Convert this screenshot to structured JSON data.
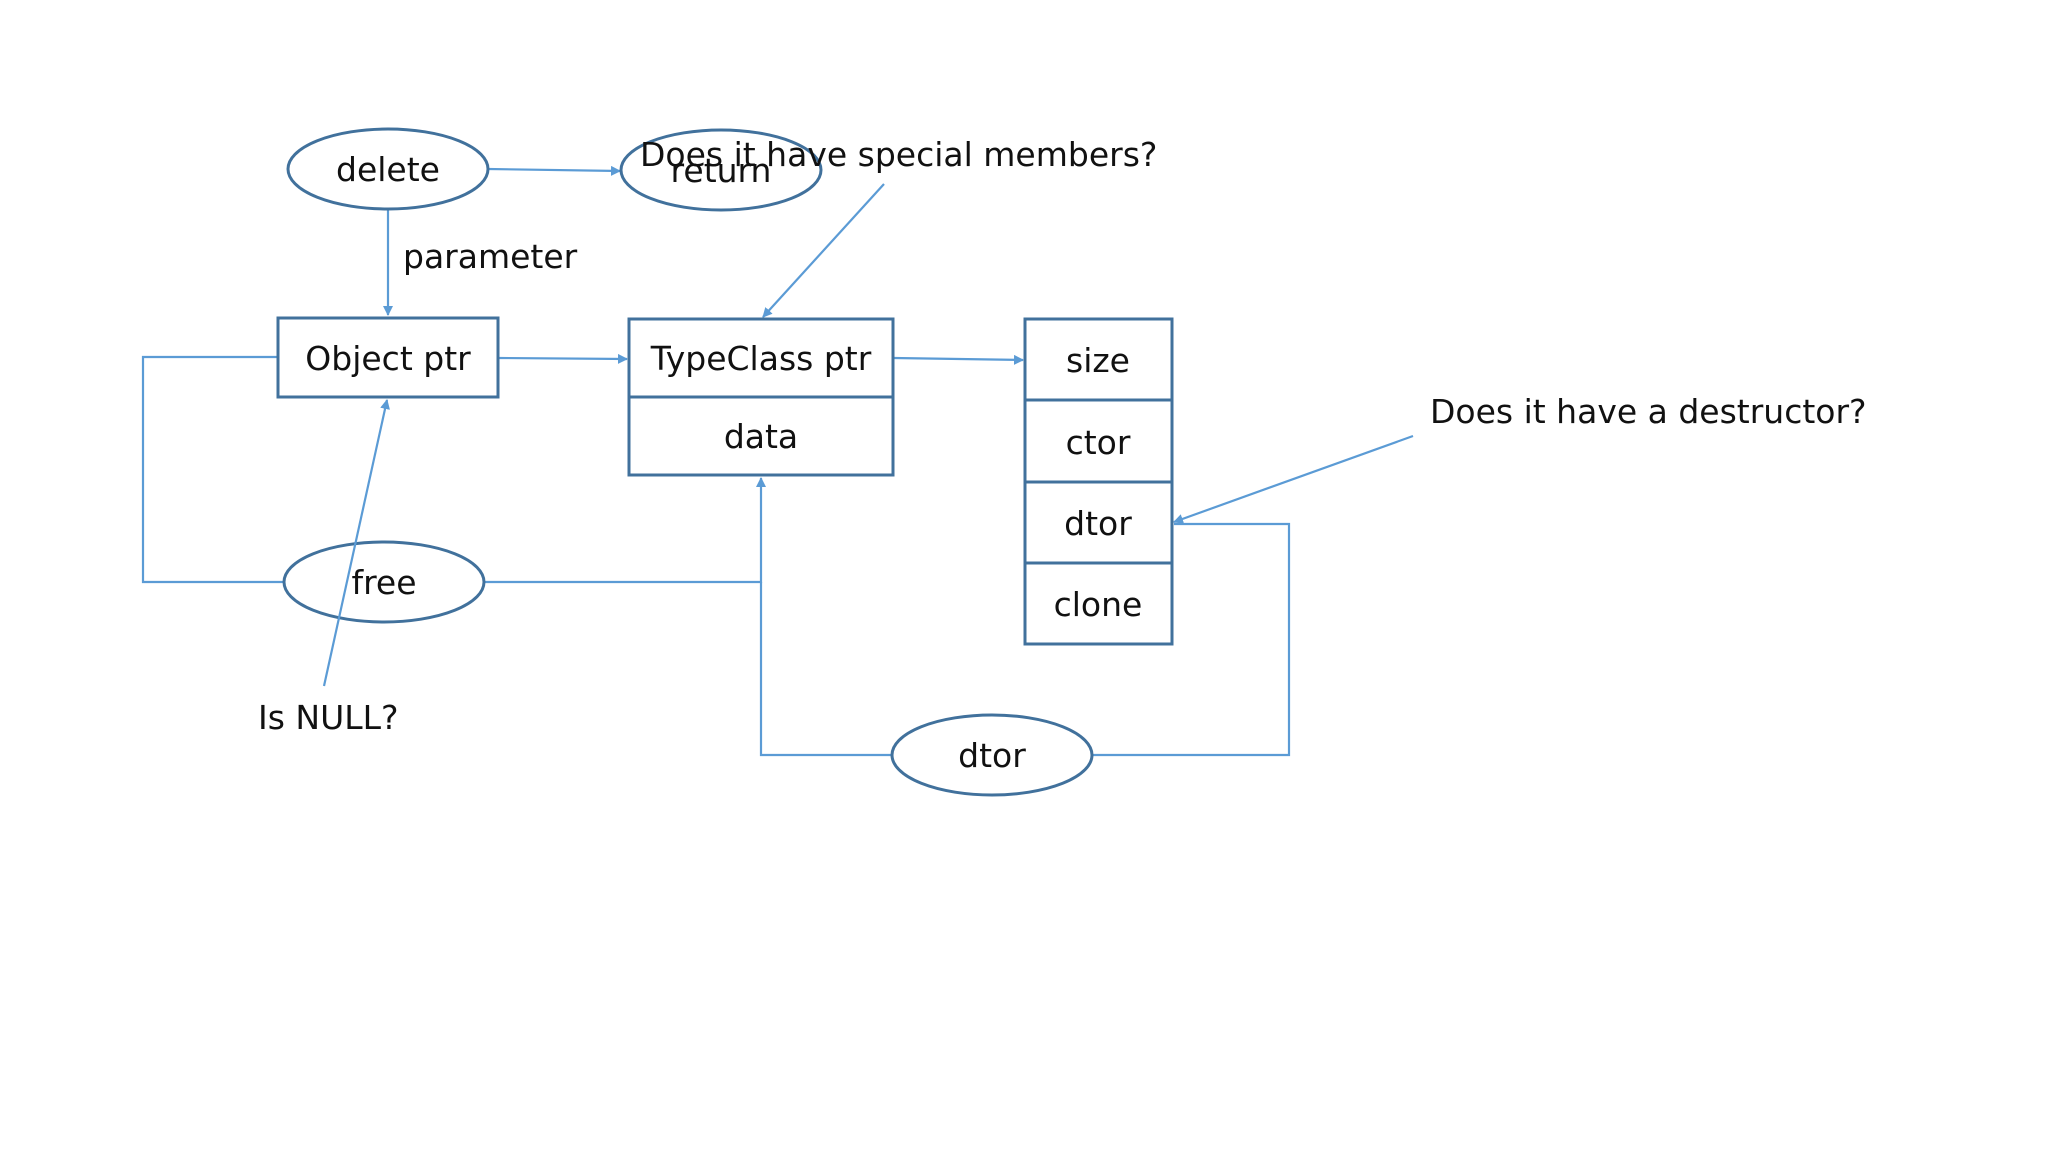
{
  "colors": {
    "shape_outline": "#41719c",
    "connector": "#5b9bd5",
    "text": "#111111",
    "background": "#ffffff"
  },
  "nodes": {
    "delete": "delete",
    "return": "return",
    "object_ptr": "Object ptr",
    "typeclass_ptr": "TypeClass ptr",
    "data": "data",
    "size": "size",
    "ctor": "ctor",
    "dtor_slot": "dtor",
    "clone": "clone",
    "free": "free",
    "dtor_call": "dtor"
  },
  "labels": {
    "parameter": "parameter",
    "special_members_question": "Does it have special members?",
    "destructor_question": "Does it have a destructor?",
    "null_question": "Is NULL?"
  }
}
